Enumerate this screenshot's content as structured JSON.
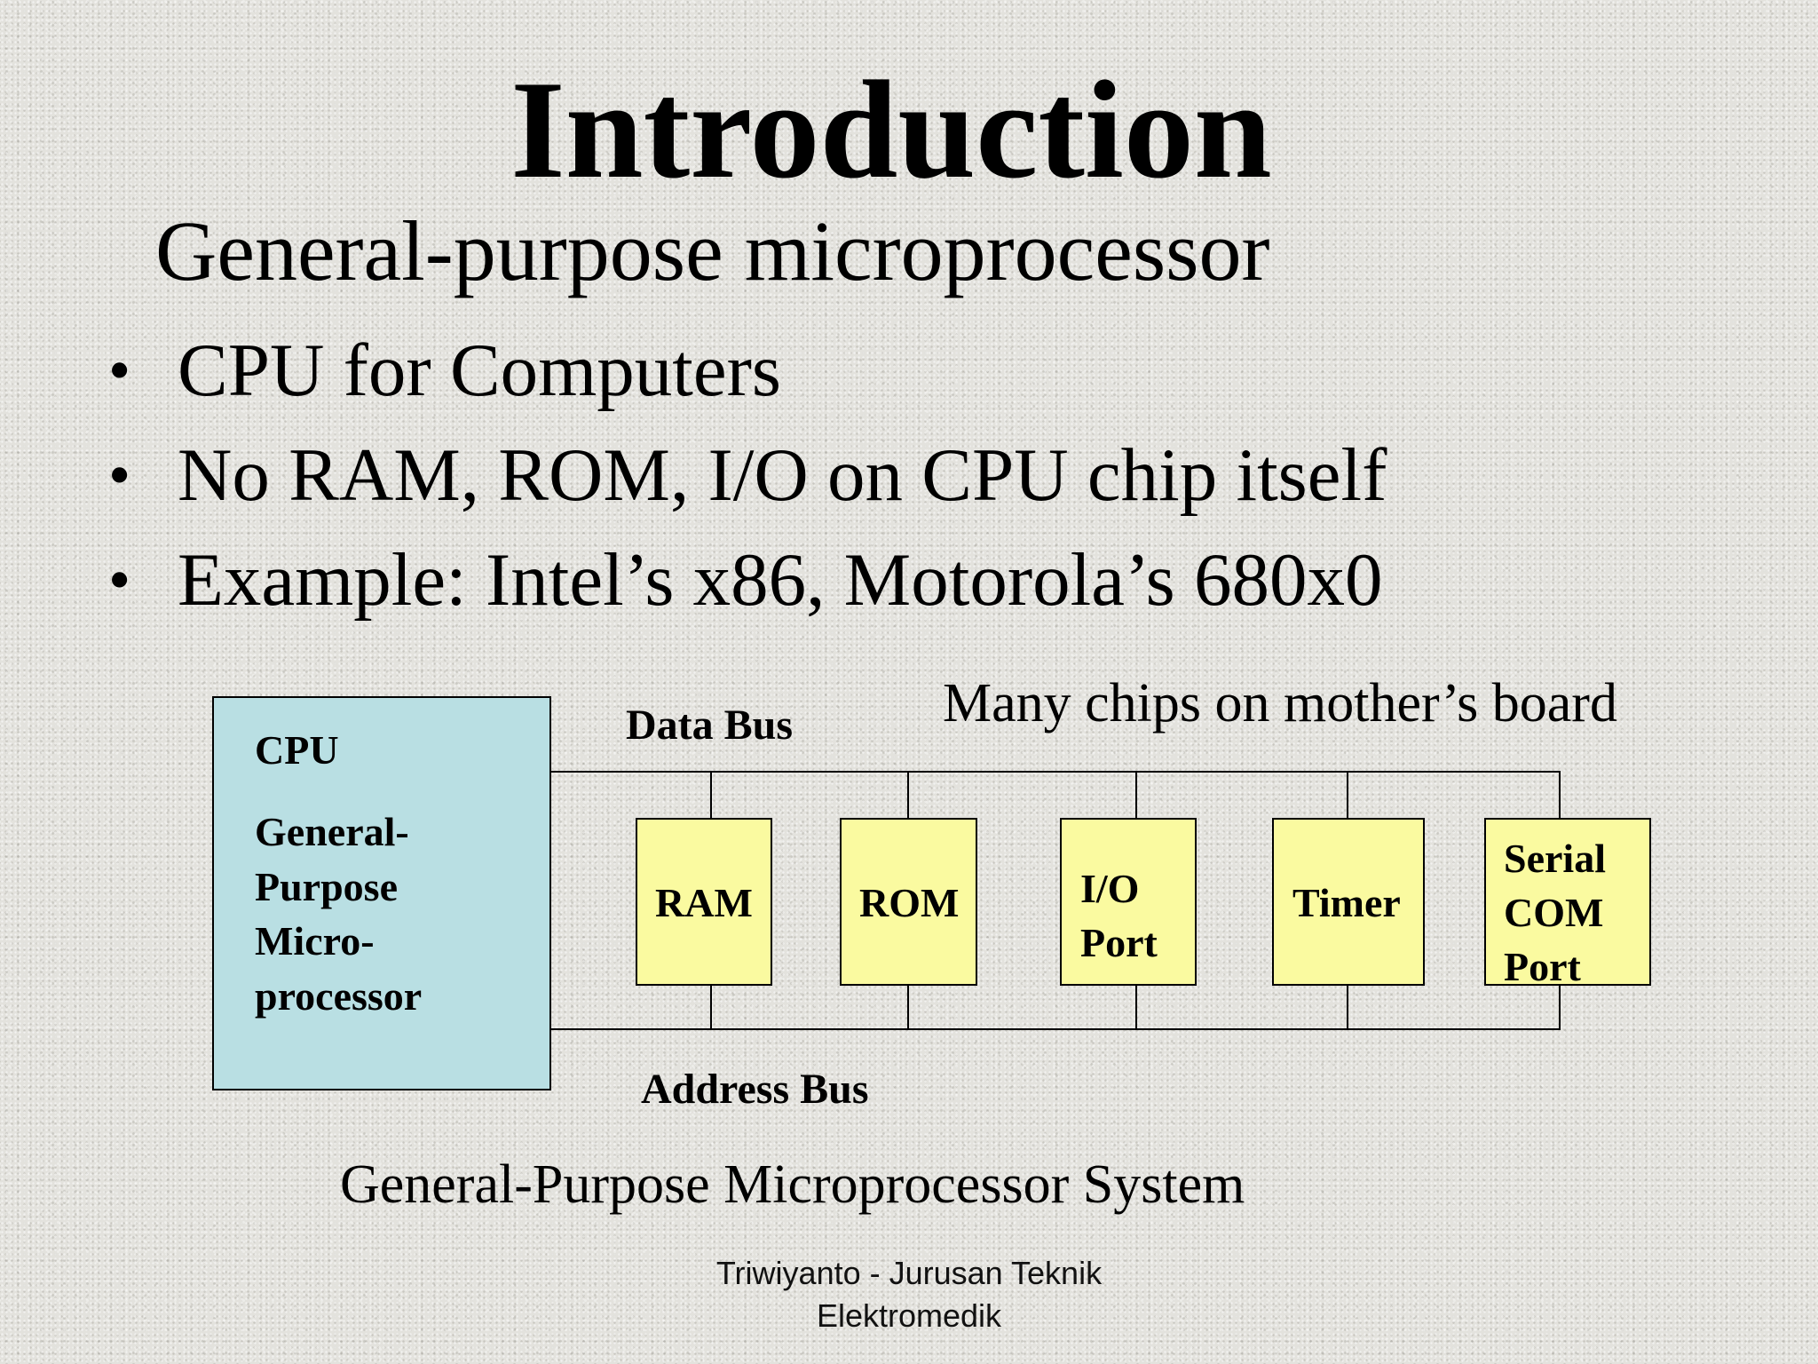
{
  "slide": {
    "title": "Introduction",
    "subtitle": "General-purpose microprocessor",
    "bullets": [
      "CPU for Computers",
      "No RAM, ROM, I/O on CPU chip itself",
      "Example: Intel’s x86, Motorola’s 680x0"
    ],
    "bullet_glyph": "•"
  },
  "diagram": {
    "annotation": "Many chips on mother’s board",
    "data_bus_label": "Data Bus",
    "address_bus_label": "Address Bus",
    "cpu": {
      "heading": "CPU",
      "lines": [
        "General-",
        "Purpose",
        "Micro-",
        "processor"
      ],
      "fill": "#b9dfe3"
    },
    "chips": [
      {
        "name": "ram",
        "lines": [
          "RAM"
        ]
      },
      {
        "name": "rom",
        "lines": [
          "ROM"
        ]
      },
      {
        "name": "io-port",
        "lines": [
          "I/O",
          "Port"
        ]
      },
      {
        "name": "timer",
        "lines": [
          "Timer"
        ]
      },
      {
        "name": "serial-com-port",
        "lines": [
          "Serial",
          "COM",
          "Port"
        ]
      }
    ],
    "chip_fill": "#fafaa0",
    "caption": "General-Purpose Microprocessor System"
  },
  "footer": {
    "line1": "Triwiyanto - Jurusan Teknik",
    "line2": "Elektromedik"
  }
}
